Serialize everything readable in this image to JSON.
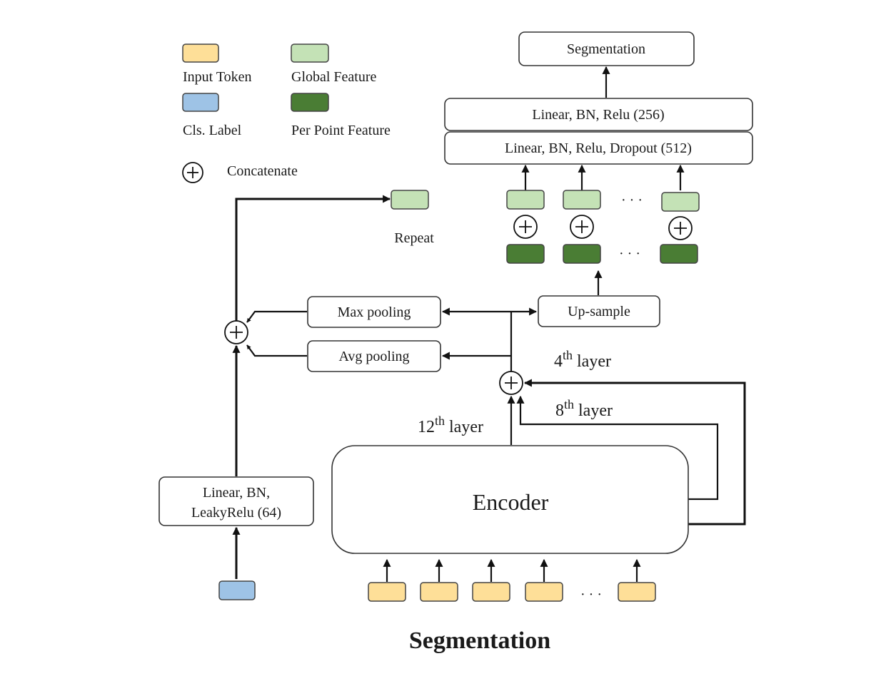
{
  "colors": {
    "input_token": "#fedf98",
    "global_feature": "#c4e2b6",
    "cls_label": "#9ec3e6",
    "per_point_feature": "#4a7d34"
  },
  "legend": {
    "input_token": "Input Token",
    "global_feature": "Global Feature",
    "cls_label": "Cls. Label",
    "per_point_feature": "Per Point Feature",
    "concatenate": "Concatenate"
  },
  "head": {
    "output": "Segmentation",
    "layer2": "Linear, BN, Relu (256)",
    "layer1": "Linear, BN, Relu, Dropout (512)"
  },
  "nodes": {
    "repeat": "Repeat",
    "max_pooling": "Max pooling",
    "avg_pooling": "Avg pooling",
    "up_sample": "Up-sample",
    "cls_mlp_line1": "Linear, BN,",
    "cls_mlp_line2": "LeakyRelu (64)",
    "encoder": "Encoder"
  },
  "layers": {
    "l4_num": "4",
    "l4_sup": "th",
    "l4_word": " layer",
    "l8_num": "8",
    "l8_sup": "th",
    "l8_word": " layer",
    "l12_num": "12",
    "l12_sup": "th",
    "l12_word": " layer"
  },
  "ellipsis": "· · ·",
  "caption": "Segmentation"
}
